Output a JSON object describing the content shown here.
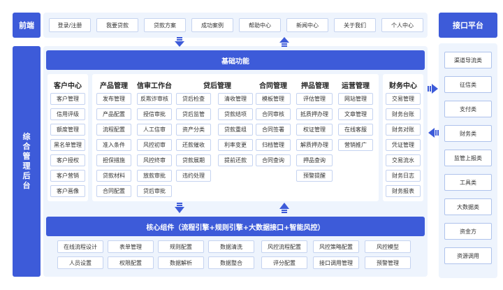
{
  "frontend": {
    "label": "前端",
    "items": [
      "登录/注册",
      "我要贷款",
      "贷款方案",
      "成功案例",
      "帮助中心",
      "新闻中心",
      "关于我们",
      "个人中心"
    ]
  },
  "backend_label": [
    "综",
    "合",
    "管",
    "理",
    "后",
    "台"
  ],
  "base": {
    "title": "基础功能",
    "columns": [
      {
        "title": "客户中心",
        "items": [
          "客户管理",
          "信用评级",
          "额度管理",
          "黑名单管理",
          "客户授权",
          "客户营销",
          "客户画像"
        ]
      },
      {
        "title": "产品管理",
        "items": [
          "发布管理",
          "产品配置",
          "流程配置",
          "准入条件",
          "担保措施",
          "贷款材料",
          "合同配置"
        ]
      },
      {
        "title": "信审工作台",
        "items": [
          "反欺诈审核",
          "授信审批",
          "人工信审",
          "风控初审",
          "风控终审",
          "放款审批",
          "贷后审批"
        ]
      },
      {
        "title": "贷后管理",
        "items": [
          "贷后检查",
          "贷后监管",
          "资产分类",
          "还款催收",
          "贷款展期",
          "违约处理"
        ]
      },
      {
        "title": "",
        "items": [
          "清收管理",
          "贷款结项",
          "贷款重组",
          "利率变更",
          "提前还款"
        ]
      },
      {
        "title": "合同管理",
        "items": [
          "模板管理",
          "合同审核",
          "合同签署",
          "归档管理",
          "合同查询"
        ]
      },
      {
        "title": "押品管理",
        "items": [
          "评估管理",
          "抵质押办理",
          "权证管理",
          "解质押办理",
          "押品查询",
          "预警提醒"
        ]
      },
      {
        "title": "运营管理",
        "items": [
          "网站管理",
          "文章管理",
          "在线客服",
          "营销推广"
        ]
      },
      {
        "title": "财务中心",
        "items": [
          "交易管理",
          "财务台账",
          "财务对账",
          "凭证管理",
          "交易流水",
          "财务日志",
          "财务报表"
        ]
      }
    ]
  },
  "core": {
    "title": "核心组件（流程引擎+规则引擎+大数据接口+智能风控）",
    "row1": [
      "在线流程设计",
      "表单管理",
      "规则配置",
      "数据清洗",
      "风控流程配置",
      "风控策略配置",
      "风控模型"
    ],
    "row2": [
      "人员设置",
      "权限配置",
      "数据解析",
      "数据整合",
      "评分配置",
      "接口调用管理",
      "预警管理"
    ]
  },
  "interface": {
    "title": "接口平台",
    "items": [
      "渠道导流类",
      "征信类",
      "支付类",
      "财务类",
      "监管上报类",
      "工具类",
      "大数据类",
      "资金方",
      "资源调用"
    ]
  },
  "colors": {
    "accent": "#3d5bd9",
    "panel": "#eef4fd",
    "border": "#c5d3f0"
  }
}
